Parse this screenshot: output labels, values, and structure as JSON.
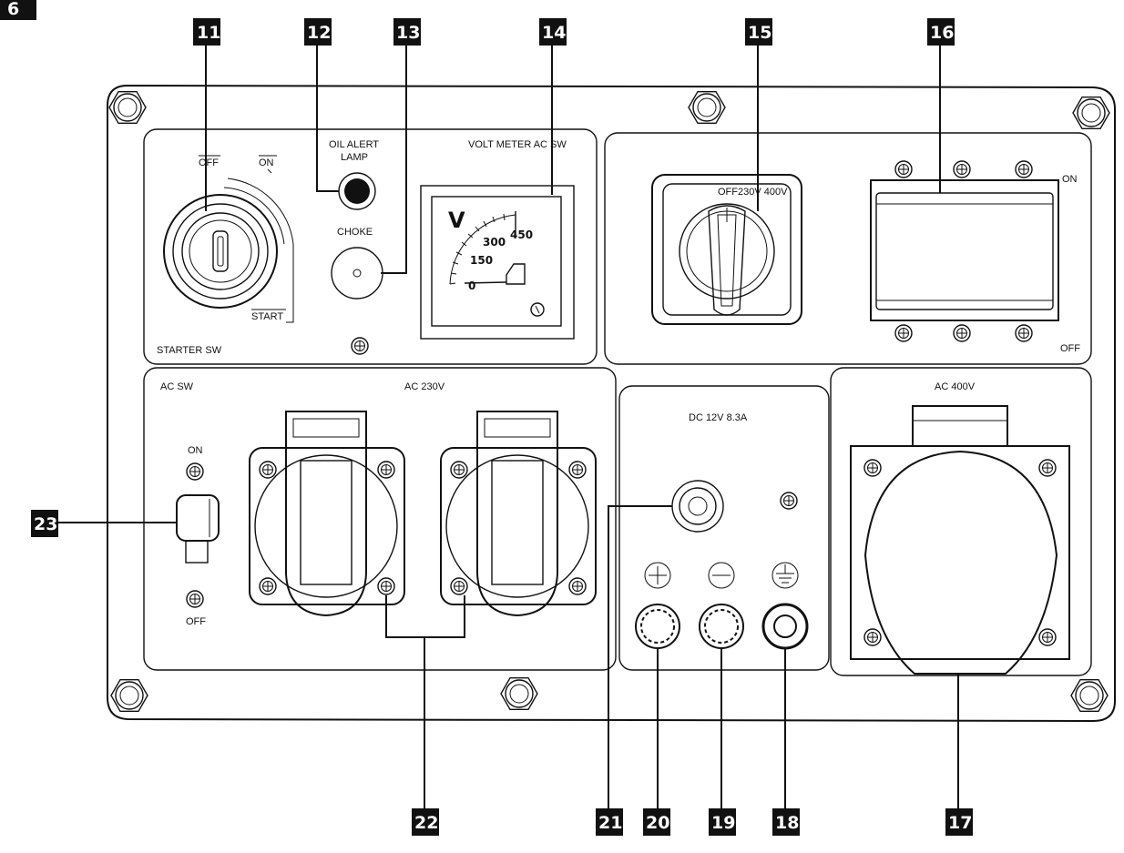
{
  "corner_badge": "6",
  "callouts": {
    "n11": "11",
    "n12": "12",
    "n13": "13",
    "n14": "14",
    "n15": "15",
    "n16": "16",
    "n17": "17",
    "n18": "18",
    "n19": "19",
    "n20": "20",
    "n21": "21",
    "n22": "22",
    "n23": "23"
  },
  "panel_labels": {
    "starter_off": "OFF",
    "starter_on": "ON",
    "starter_start": "START",
    "starter_sw": "STARTER SW",
    "oil_alert": "OIL ALERT",
    "lamp": "LAMP",
    "choke": "CHOKE",
    "volt_meter": "VOLT METER AC SW",
    "meter_v": "V",
    "meter_0": "0",
    "meter_150": "150",
    "meter_300": "300",
    "meter_450": "450",
    "selector": "OFF230V 400V",
    "breaker_on": "ON",
    "breaker_off": "OFF",
    "ac_sw": "AC SW",
    "ac_sw_on": "ON",
    "ac_sw_off": "OFF",
    "ac_230": "AC 230V",
    "dc": "DC 12V 8.3A",
    "ac_400": "AC 400V"
  },
  "colors": {
    "ink": "#111111",
    "badge": "#111111",
    "paper": "#ffffff"
  }
}
